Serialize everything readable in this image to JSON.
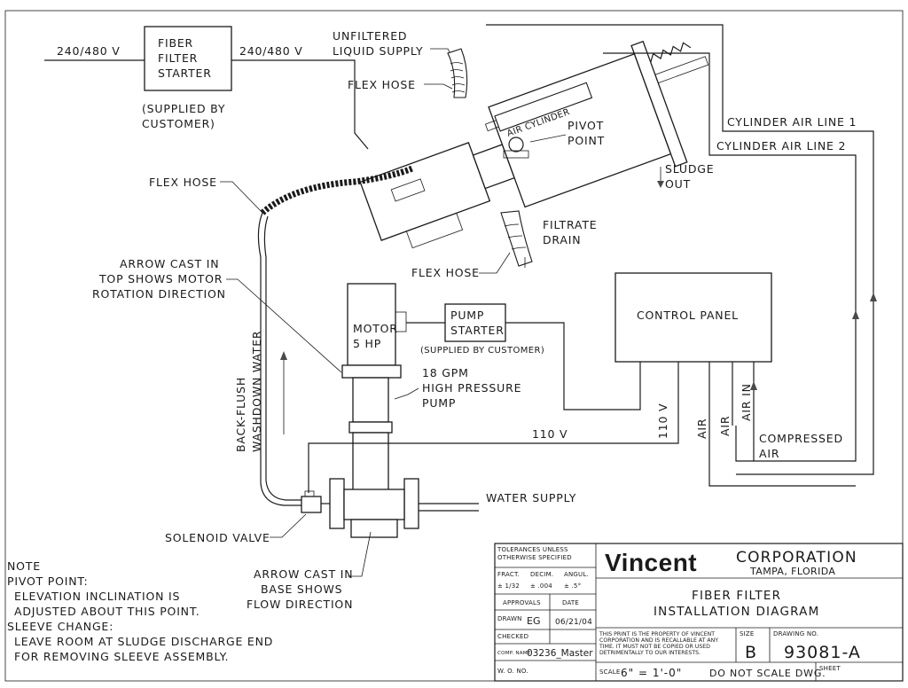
{
  "labels": {
    "v240_left": "240/480 V",
    "v240_right": "240/480 V",
    "fiber_filter_starter": [
      "FIBER",
      "FILTER",
      "STARTER"
    ],
    "supplied_by_customer_1": [
      "(SUPPLIED BY",
      "CUSTOMER)"
    ],
    "unfiltered_supply": [
      "UNFILTERED",
      "LIQUID SUPPLY"
    ],
    "flex_hose_top": "FLEX HOSE",
    "air_cylinder": "AIR CYLINDER",
    "pivot_point": [
      "PIVOT",
      "POINT"
    ],
    "cyl_air_line_1": "CYLINDER AIR LINE 1",
    "cyl_air_line_2": "CYLINDER AIR LINE 2",
    "sludge_out": [
      "SLUDGE",
      "OUT"
    ],
    "flex_hose_left": "FLEX HOSE",
    "filtrate_drain": [
      "FILTRATE",
      "DRAIN"
    ],
    "flex_hose_bottom": "FLEX HOSE",
    "arrow_cast_top": [
      "ARROW CAST IN",
      "TOP SHOWS MOTOR",
      "ROTATION DIRECTION"
    ],
    "motor": [
      "MOTOR",
      "5 HP"
    ],
    "pump_starter": [
      "PUMP",
      "STARTER"
    ],
    "supplied_by_customer_2": "(SUPPLIED BY CUSTOMER)",
    "control_panel": "CONTROL PANEL",
    "pump_spec": [
      "18 GPM",
      "HIGH PRESSURE",
      "PUMP"
    ],
    "backflush": [
      "BACK-FLUSH",
      "WASHDOWN WATER"
    ],
    "v110_horiz": "110 V",
    "v110_vert": "110 V",
    "air_1": "AIR",
    "air_2": "AIR",
    "air_in": "AIR IN",
    "compressed_air": [
      "COMPRESSED",
      "AIR"
    ],
    "water_supply": "WATER SUPPLY",
    "solenoid_valve": "SOLENOID VALVE",
    "arrow_cast_base": [
      "ARROW CAST IN",
      "BASE SHOWS",
      "FLOW DIRECTION"
    ]
  },
  "note": [
    "NOTE",
    "PIVOT POINT:",
    "  ELEVATION INCLINATION IS",
    "  ADJUSTED ABOUT THIS POINT.",
    "SLEEVE CHANGE:",
    "  LEAVE ROOM AT SLUDGE DISCHARGE END",
    "  FOR REMOVING SLEEVE ASSEMBLY."
  ],
  "title_block": {
    "tolerances": [
      "TOLERANCES UNLESS",
      "OTHERWISE SPECIFIED"
    ],
    "tol_headers": [
      "FRACT.",
      "DECIM.",
      "ANGUL."
    ],
    "tol_values": [
      "± 1/32",
      "± .004",
      "± .5°"
    ],
    "approvals": "APPROVALS",
    "date_label": "DATE",
    "drawn_label": "DRAWN",
    "drawn_by": "EG",
    "drawn_date": "06/21/04",
    "checked_label": "CHECKED",
    "comp_name_label": "COMP. NAME",
    "comp_name": "03236_Master",
    "wo_label": "W. O. NO.",
    "company": "Vincent",
    "corporation": "CORPORATION",
    "location": "TAMPA, FLORIDA",
    "title": [
      "FIBER FILTER",
      "INSTALLATION DIAGRAM"
    ],
    "property_notice": [
      "THIS PRINT IS THE PROPERTY OF VINCENT",
      "CORPORATION AND IS RECALLABLE AT ANY",
      "TIME. IT MUST NOT BE COPIED OR USED",
      "DETRIMENTALLY TO OUR INTERESTS."
    ],
    "size_label": "SIZE",
    "size": "B",
    "drawing_no_label": "DRAWING NO.",
    "drawing_no": "93081-A",
    "scale_label": "SCALE",
    "scale": "6\" = 1'-0\"",
    "do_not_scale": "DO NOT SCALE DWG.",
    "sheet_label": "SHEET"
  }
}
